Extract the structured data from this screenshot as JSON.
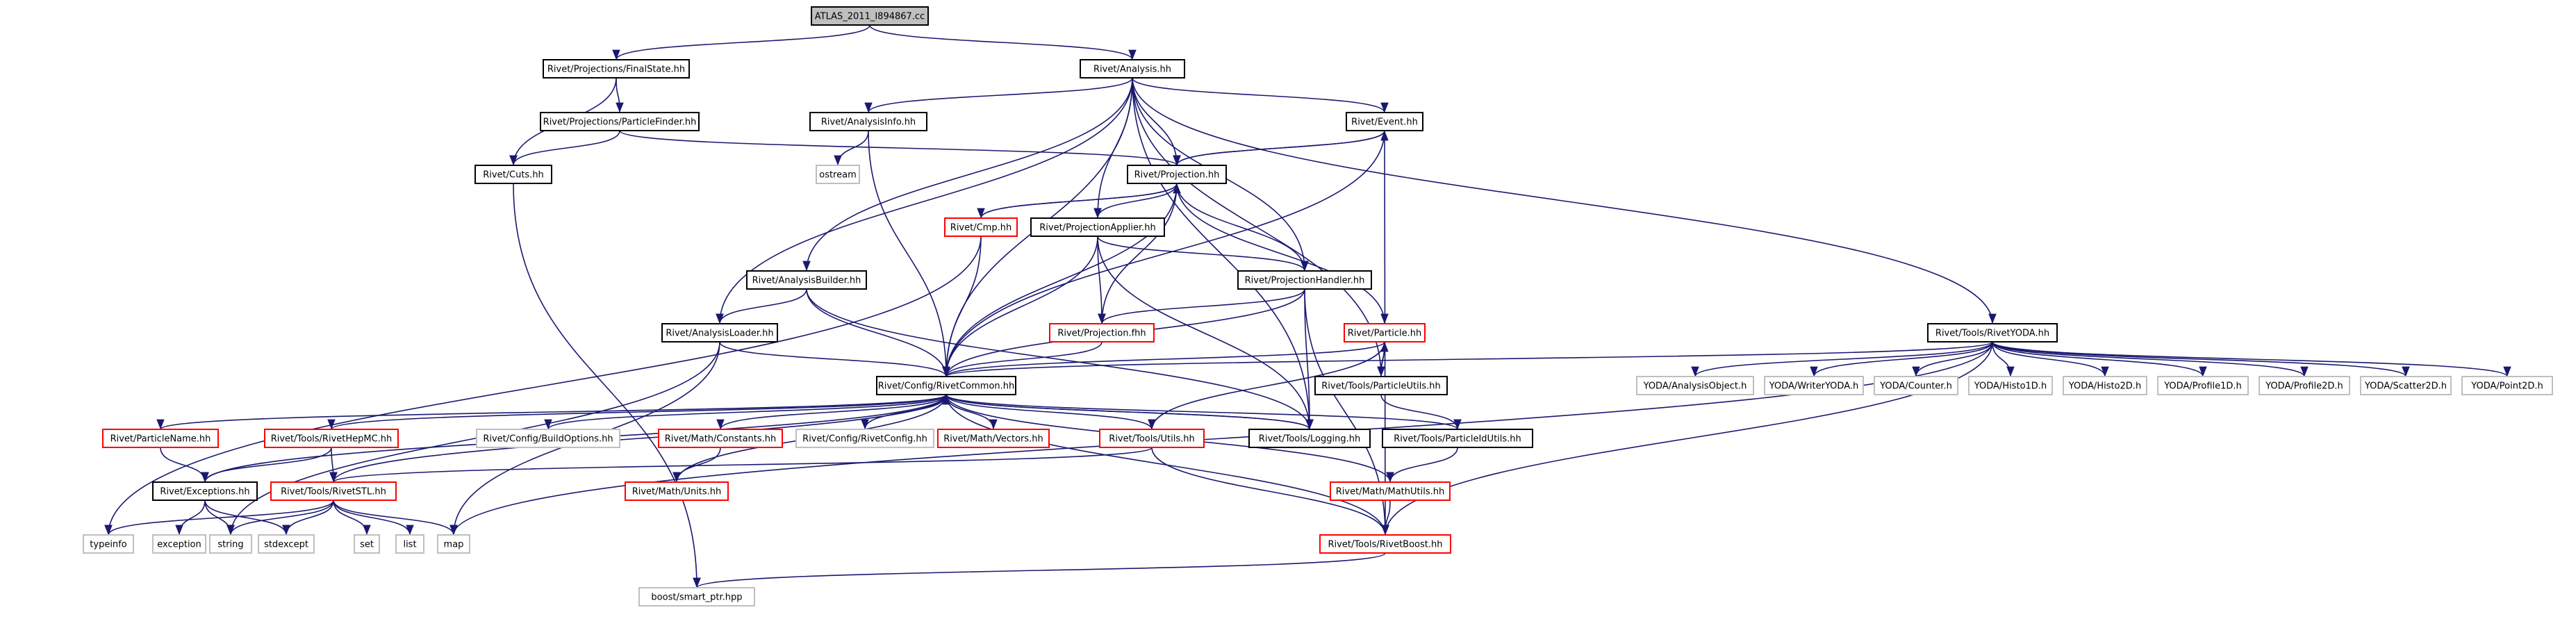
{
  "colors": {
    "edge": "#191970",
    "root_fill": "#bfbfbf",
    "root_border": "#000000",
    "documented_border": "#000000",
    "incomplete_border": "#ff0000",
    "external_border": "#bfbfbf",
    "node_fill": "#ffffff"
  },
  "nodes": [
    {
      "id": "root",
      "label": "ATLAS_2011_I894867.cc",
      "kind": "root"
    },
    {
      "id": "finalstate",
      "label": "Rivet/Projections/FinalState.hh",
      "kind": "documented"
    },
    {
      "id": "analysis",
      "label": "Rivet/Analysis.hh",
      "kind": "documented"
    },
    {
      "id": "particlefinder",
      "label": "Rivet/Projections/ParticleFinder.hh",
      "kind": "documented"
    },
    {
      "id": "cuts",
      "label": "Rivet/Cuts.hh",
      "kind": "documented"
    },
    {
      "id": "analysisinfo",
      "label": "Rivet/AnalysisInfo.hh",
      "kind": "documented"
    },
    {
      "id": "ostream",
      "label": "ostream",
      "kind": "external"
    },
    {
      "id": "event",
      "label": "Rivet/Event.hh",
      "kind": "documented"
    },
    {
      "id": "projection",
      "label": "Rivet/Projection.hh",
      "kind": "documented"
    },
    {
      "id": "cmp",
      "label": "Rivet/Cmp.hh",
      "kind": "incomplete"
    },
    {
      "id": "projapplier",
      "label": "Rivet/ProjectionApplier.hh",
      "kind": "documented"
    },
    {
      "id": "analysisbuilder",
      "label": "Rivet/AnalysisBuilder.hh",
      "kind": "documented"
    },
    {
      "id": "projhandler",
      "label": "Rivet/ProjectionHandler.hh",
      "kind": "documented"
    },
    {
      "id": "analysisloader",
      "label": "Rivet/AnalysisLoader.hh",
      "kind": "documented"
    },
    {
      "id": "projfhh",
      "label": "Rivet/Projection.fhh",
      "kind": "incomplete"
    },
    {
      "id": "particlehh",
      "label": "Rivet/Particle.hh",
      "kind": "incomplete"
    },
    {
      "id": "rivetyoda",
      "label": "Rivet/Tools/RivetYODA.hh",
      "kind": "documented"
    },
    {
      "id": "rivetcommon",
      "label": "Rivet/Config/RivetCommon.hh",
      "kind": "documented"
    },
    {
      "id": "particleutils",
      "label": "Rivet/Tools/ParticleUtils.hh",
      "kind": "documented"
    },
    {
      "id": "yoda_ao",
      "label": "YODA/AnalysisObject.h",
      "kind": "external"
    },
    {
      "id": "yoda_writer",
      "label": "YODA/WriterYODA.h",
      "kind": "external"
    },
    {
      "id": "yoda_counter",
      "label": "YODA/Counter.h",
      "kind": "external"
    },
    {
      "id": "yoda_h1",
      "label": "YODA/Histo1D.h",
      "kind": "external"
    },
    {
      "id": "yoda_h2",
      "label": "YODA/Histo2D.h",
      "kind": "external"
    },
    {
      "id": "yoda_p1",
      "label": "YODA/Profile1D.h",
      "kind": "external"
    },
    {
      "id": "yoda_p2",
      "label": "YODA/Profile2D.h",
      "kind": "external"
    },
    {
      "id": "yoda_s2",
      "label": "YODA/Scatter2D.h",
      "kind": "external"
    },
    {
      "id": "yoda_pt2",
      "label": "YODA/Point2D.h",
      "kind": "external"
    },
    {
      "id": "particlename",
      "label": "Rivet/ParticleName.hh",
      "kind": "incomplete"
    },
    {
      "id": "rivethepmc",
      "label": "Rivet/Tools/RivetHepMC.hh",
      "kind": "incomplete"
    },
    {
      "id": "buildoptions",
      "label": "Rivet/Config/BuildOptions.hh",
      "kind": "external"
    },
    {
      "id": "mathconstants",
      "label": "Rivet/Math/Constants.hh",
      "kind": "incomplete"
    },
    {
      "id": "rivetconfig",
      "label": "Rivet/Config/RivetConfig.hh",
      "kind": "external"
    },
    {
      "id": "mathvectors",
      "label": "Rivet/Math/Vectors.hh",
      "kind": "incomplete"
    },
    {
      "id": "toolsutils",
      "label": "Rivet/Tools/Utils.hh",
      "kind": "incomplete"
    },
    {
      "id": "logging",
      "label": "Rivet/Tools/Logging.hh",
      "kind": "documented"
    },
    {
      "id": "particleidutils",
      "label": "Rivet/Tools/ParticleIdUtils.hh",
      "kind": "documented"
    },
    {
      "id": "exceptions",
      "label": "Rivet/Exceptions.hh",
      "kind": "documented"
    },
    {
      "id": "rivetstl",
      "label": "Rivet/Tools/RivetSTL.hh",
      "kind": "incomplete"
    },
    {
      "id": "mathunits",
      "label": "Rivet/Math/Units.hh",
      "kind": "incomplete"
    },
    {
      "id": "mathutils",
      "label": "Rivet/Math/MathUtils.hh",
      "kind": "incomplete"
    },
    {
      "id": "typeinfo",
      "label": "typeinfo",
      "kind": "external"
    },
    {
      "id": "exception",
      "label": "exception",
      "kind": "external"
    },
    {
      "id": "string",
      "label": "string",
      "kind": "external"
    },
    {
      "id": "stdexcept",
      "label": "stdexcept",
      "kind": "external"
    },
    {
      "id": "set",
      "label": "set",
      "kind": "external"
    },
    {
      "id": "list",
      "label": "list",
      "kind": "external"
    },
    {
      "id": "map",
      "label": "map",
      "kind": "external"
    },
    {
      "id": "rivetboost",
      "label": "Rivet/Tools/RivetBoost.hh",
      "kind": "incomplete"
    },
    {
      "id": "smartptr",
      "label": "boost/smart_ptr.hpp",
      "kind": "external"
    }
  ],
  "edges": [
    [
      "root",
      "finalstate"
    ],
    [
      "root",
      "analysis"
    ],
    [
      "finalstate",
      "particlefinder"
    ],
    [
      "finalstate",
      "cuts"
    ],
    [
      "particlefinder",
      "projection"
    ],
    [
      "particlefinder",
      "cuts"
    ],
    [
      "cuts",
      "smartptr"
    ],
    [
      "analysis",
      "analysisinfo"
    ],
    [
      "analysis",
      "event"
    ],
    [
      "analysis",
      "projection"
    ],
    [
      "analysis",
      "projapplier"
    ],
    [
      "analysis",
      "projhandler"
    ],
    [
      "analysis",
      "analysisbuilder"
    ],
    [
      "analysis",
      "analysisloader"
    ],
    [
      "analysis",
      "rivetcommon"
    ],
    [
      "analysis",
      "particleutils"
    ],
    [
      "analysis",
      "rivetyoda"
    ],
    [
      "analysis",
      "logging"
    ],
    [
      "analysisinfo",
      "ostream"
    ],
    [
      "analysisinfo",
      "rivetcommon"
    ],
    [
      "event",
      "projection"
    ],
    [
      "event",
      "rivetcommon"
    ],
    [
      "event",
      "rivetboost"
    ],
    [
      "projection",
      "event"
    ],
    [
      "projection",
      "cmp"
    ],
    [
      "projection",
      "projapplier"
    ],
    [
      "projection",
      "projhandler"
    ],
    [
      "projection",
      "projfhh"
    ],
    [
      "projection",
      "rivetcommon"
    ],
    [
      "projection",
      "particlehh"
    ],
    [
      "cmp",
      "projection"
    ],
    [
      "cmp",
      "typeinfo"
    ],
    [
      "cmp",
      "rivetcommon"
    ],
    [
      "projapplier",
      "projhandler"
    ],
    [
      "projapplier",
      "projfhh"
    ],
    [
      "projapplier",
      "rivetcommon"
    ],
    [
      "projapplier",
      "logging"
    ],
    [
      "projhandler",
      "projfhh"
    ],
    [
      "projhandler",
      "rivetcommon"
    ],
    [
      "projhandler",
      "logging"
    ],
    [
      "projhandler",
      "rivetboost"
    ],
    [
      "analysisbuilder",
      "analysisloader"
    ],
    [
      "analysisbuilder",
      "rivetcommon"
    ],
    [
      "analysisbuilder",
      "logging"
    ],
    [
      "analysisloader",
      "rivetcommon"
    ],
    [
      "analysisloader",
      "string"
    ],
    [
      "analysisloader",
      "map"
    ],
    [
      "projfhh",
      "rivetcommon"
    ],
    [
      "particlehh",
      "rivetcommon"
    ],
    [
      "particlehh",
      "particleutils"
    ],
    [
      "particlehh",
      "toolsutils"
    ],
    [
      "particleutils",
      "particlehh"
    ],
    [
      "particleutils",
      "particleidutils"
    ],
    [
      "rivetyoda",
      "rivetcommon"
    ],
    [
      "rivetyoda",
      "yoda_ao"
    ],
    [
      "rivetyoda",
      "yoda_writer"
    ],
    [
      "rivetyoda",
      "yoda_counter"
    ],
    [
      "rivetyoda",
      "yoda_h1"
    ],
    [
      "rivetyoda",
      "yoda_h2"
    ],
    [
      "rivetyoda",
      "yoda_p1"
    ],
    [
      "rivetyoda",
      "yoda_p2"
    ],
    [
      "rivetyoda",
      "yoda_s2"
    ],
    [
      "rivetyoda",
      "yoda_pt2"
    ],
    [
      "rivetyoda",
      "rivetboost"
    ],
    [
      "rivetyoda",
      "map"
    ],
    [
      "rivetcommon",
      "particlename"
    ],
    [
      "rivetcommon",
      "rivethepmc"
    ],
    [
      "rivetcommon",
      "buildoptions"
    ],
    [
      "rivetcommon",
      "mathconstants"
    ],
    [
      "rivetcommon",
      "rivetconfig"
    ],
    [
      "rivetcommon",
      "mathvectors"
    ],
    [
      "rivetcommon",
      "toolsutils"
    ],
    [
      "rivetcommon",
      "logging"
    ],
    [
      "rivetcommon",
      "exceptions"
    ],
    [
      "rivetcommon",
      "rivetstl"
    ],
    [
      "rivetcommon",
      "mathunits"
    ],
    [
      "rivetcommon",
      "particleidutils"
    ],
    [
      "rivetcommon",
      "mathutils"
    ],
    [
      "rivetcommon",
      "rivetboost"
    ],
    [
      "logging",
      "rivetcommon"
    ],
    [
      "particlename",
      "exceptions"
    ],
    [
      "rivethepmc",
      "exceptions"
    ],
    [
      "rivethepmc",
      "rivetstl"
    ],
    [
      "mathconstants",
      "mathunits"
    ],
    [
      "toolsutils",
      "rivetstl"
    ],
    [
      "toolsutils",
      "rivetboost"
    ],
    [
      "particleidutils",
      "mathutils"
    ],
    [
      "mathutils",
      "rivetboost"
    ],
    [
      "exceptions",
      "exception"
    ],
    [
      "exceptions",
      "string"
    ],
    [
      "exceptions",
      "stdexcept"
    ],
    [
      "rivetstl",
      "typeinfo"
    ],
    [
      "rivetstl",
      "string"
    ],
    [
      "rivetstl",
      "stdexcept"
    ],
    [
      "rivetstl",
      "set"
    ],
    [
      "rivetstl",
      "list"
    ],
    [
      "rivetstl",
      "map"
    ],
    [
      "rivetboost",
      "smartptr"
    ]
  ]
}
